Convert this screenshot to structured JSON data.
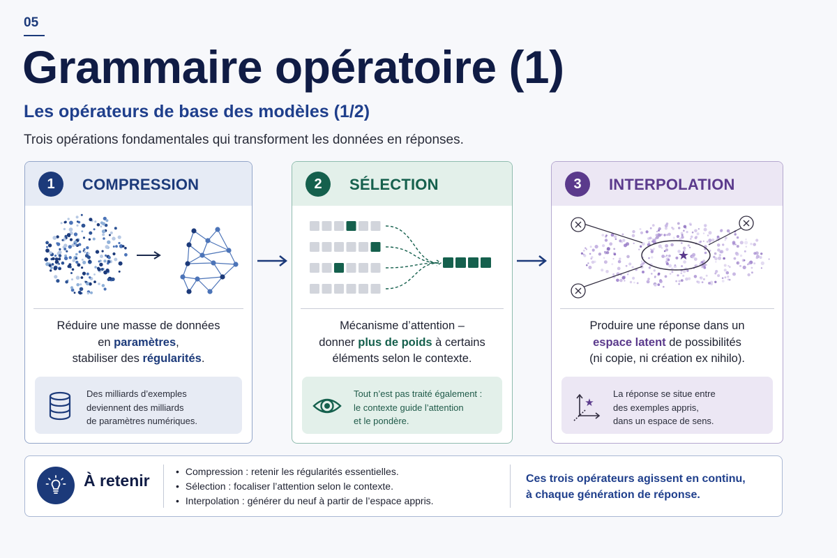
{
  "slide_number": "05",
  "title": "Grammaire opératoire (1)",
  "subtitle": "Les opérateurs de base des modèles (1/2)",
  "intro": "Trois opérations fondamentales qui transforment les données en réponses.",
  "colors": {
    "navy": "#1c3a7a",
    "green": "#15604d",
    "purple": "#5b3a8c"
  },
  "cards": [
    {
      "number": "1",
      "title": "COMPRESSION",
      "desc": {
        "l1": "Réduire une masse de données",
        "l2_pre": "en ",
        "l2_hl": "paramètres",
        "l2_post": ",",
        "l3_pre": "stabiliser des ",
        "l3_hl": "régularités",
        "l3_post": "."
      },
      "note": {
        "icon": "database-icon",
        "lines": [
          "Des milliards d’exemples",
          "deviennent des milliards",
          "de paramètres numériques."
        ]
      }
    },
    {
      "number": "2",
      "title": "SÉLECTION",
      "desc": {
        "l1": "Mécanisme d’attention –",
        "l2_pre": "donner ",
        "l2_hl": "plus de poids",
        "l2_post": " à certains",
        "l3": "éléments selon le contexte."
      },
      "note": {
        "icon": "eye-icon",
        "lines": [
          "Tout n’est pas traité également :",
          "le contexte guide l’attention",
          "et le pondère."
        ]
      }
    },
    {
      "number": "3",
      "title": "INTERPOLATION",
      "desc": {
        "l1": "Produire une réponse dans un",
        "l2_hl": "espace latent",
        "l2_post": " de possibilités",
        "l3": "(ni copie, ni création ex nihilo)."
      },
      "note": {
        "icon": "latent-axes-icon",
        "lines": [
          "La réponse se situe entre",
          "des exemples appris,",
          "dans un espace de sens."
        ]
      }
    }
  ],
  "retenir": {
    "icon": "lightbulb-icon",
    "title": "À retenir",
    "items": [
      "Compression : retenir les régularités essentielles.",
      "Sélection : focaliser l’attention selon le contexte.",
      "Interpolation : générer du neuf à partir de l’espace appris."
    ],
    "closing": [
      "Ces trois opérateurs agissent en continu,",
      "à chaque génération de réponse."
    ]
  }
}
